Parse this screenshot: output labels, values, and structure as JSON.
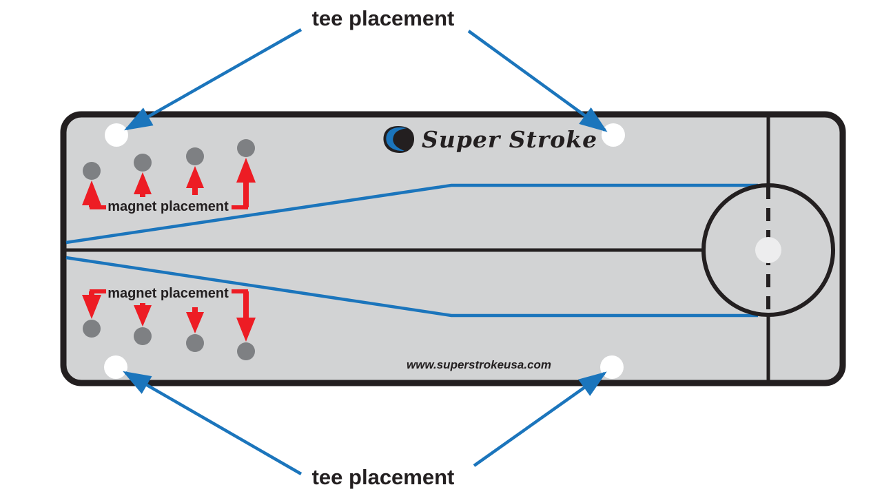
{
  "annotations": {
    "tee_top_label": "tee placement",
    "tee_bottom_label": "tee placement",
    "magnet_top_label": "magnet placement",
    "magnet_bottom_label": "magnet placement"
  },
  "board": {
    "brand_logo_text": "Super Stroke",
    "website": "www.superstrokeusa.com",
    "tee_hole_count": 4,
    "magnet_spot_count": 8
  },
  "colors": {
    "callout_blue": "#1b75bc",
    "arrow_red": "#ed1c24",
    "board_fill": "#d2d3d4",
    "outline_black": "#231f20",
    "magnet_gray": "#7e8083",
    "tee_hole_white": "#ffffff",
    "cup_center_fill": "#ededee"
  }
}
